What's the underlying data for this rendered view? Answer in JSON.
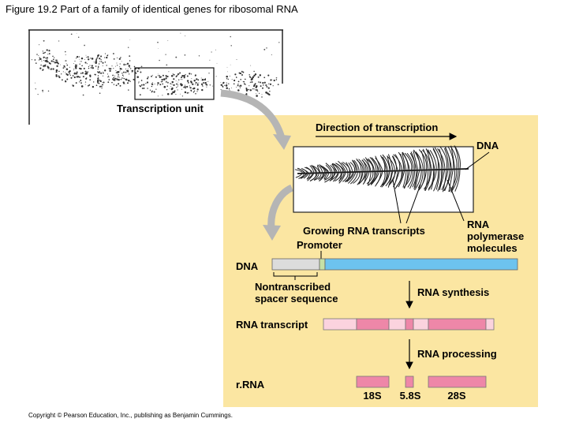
{
  "figure": {
    "title": "Figure 19.2  Part of a family of identical genes for ribosomal RNA",
    "copyright": "Copyright © Pearson Education, Inc., publishing as Benjamin Cummings."
  },
  "micrograph": {
    "transcription_unit_label": "Transcription unit"
  },
  "zoom": {
    "direction_label": "Direction of transcription",
    "dna_label": "DNA",
    "growing_label": "Growing RNA transcripts",
    "polymerase_label_1": "RNA",
    "polymerase_label_2": "polymerase",
    "polymerase_label_3": "molecules"
  },
  "schematic": {
    "promoter_label": "Promoter",
    "dna_label": "DNA",
    "spacer_label_1": "Nontranscribed",
    "spacer_label_2": "spacer sequence",
    "synthesis_label": "RNA synthesis",
    "transcript_label": "RNA transcript",
    "processing_label": "RNA processing",
    "rrna_label": "r.RNA",
    "rrna_18s": "18S",
    "rrna_58s": "5.8S",
    "rrna_28s": "28S"
  },
  "colors": {
    "panel": "#fbe6a2",
    "dna_blue": "#6dc3ef",
    "spacer_gray": "#dcdcdc",
    "promoter": "#c6e1a6",
    "rna_pink": "#ee87a8",
    "rna_light": "#fbd3de"
  }
}
